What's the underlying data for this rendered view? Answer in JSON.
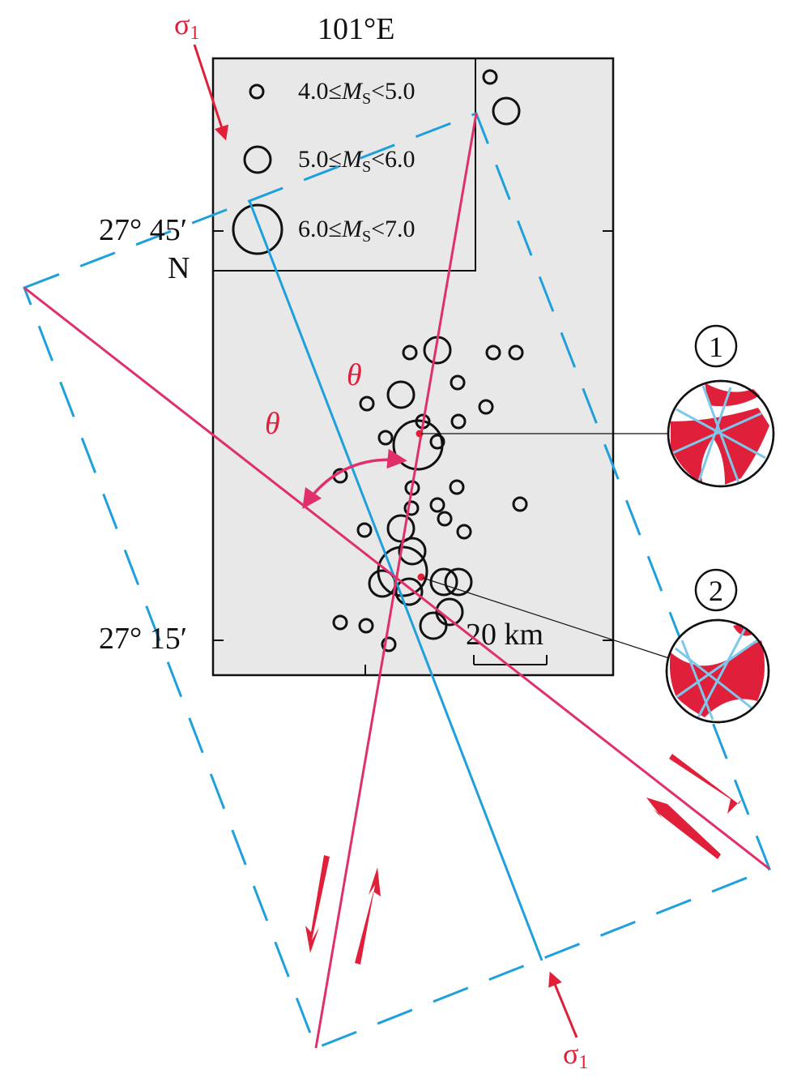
{
  "figure": {
    "longitude_label": "101°E",
    "lat_top_label": "27° 45′",
    "lat_top_suffix": "N",
    "lat_bottom_label": "27° 15′",
    "scale_label": "20 km",
    "angle_label": "θ",
    "stress_label": "σ",
    "stress_subscript": "1"
  },
  "legend": {
    "items": [
      {
        "lo": "4.0≤",
        "m": "M",
        "sub": "S",
        "hi": "<5.0"
      },
      {
        "lo": "5.0≤",
        "m": "M",
        "sub": "S",
        "hi": "<6.0"
      },
      {
        "lo": "6.0≤",
        "m": "M",
        "sub": "S",
        "hi": "<7.0"
      }
    ]
  },
  "mechanisms": {
    "labels": [
      "1",
      "2"
    ]
  },
  "colors": {
    "map_fill": "#e8e8e8",
    "blue": "#1ea0dc",
    "pink": "#e0306a",
    "red": "#e0203a",
    "ink": "#111111"
  }
}
